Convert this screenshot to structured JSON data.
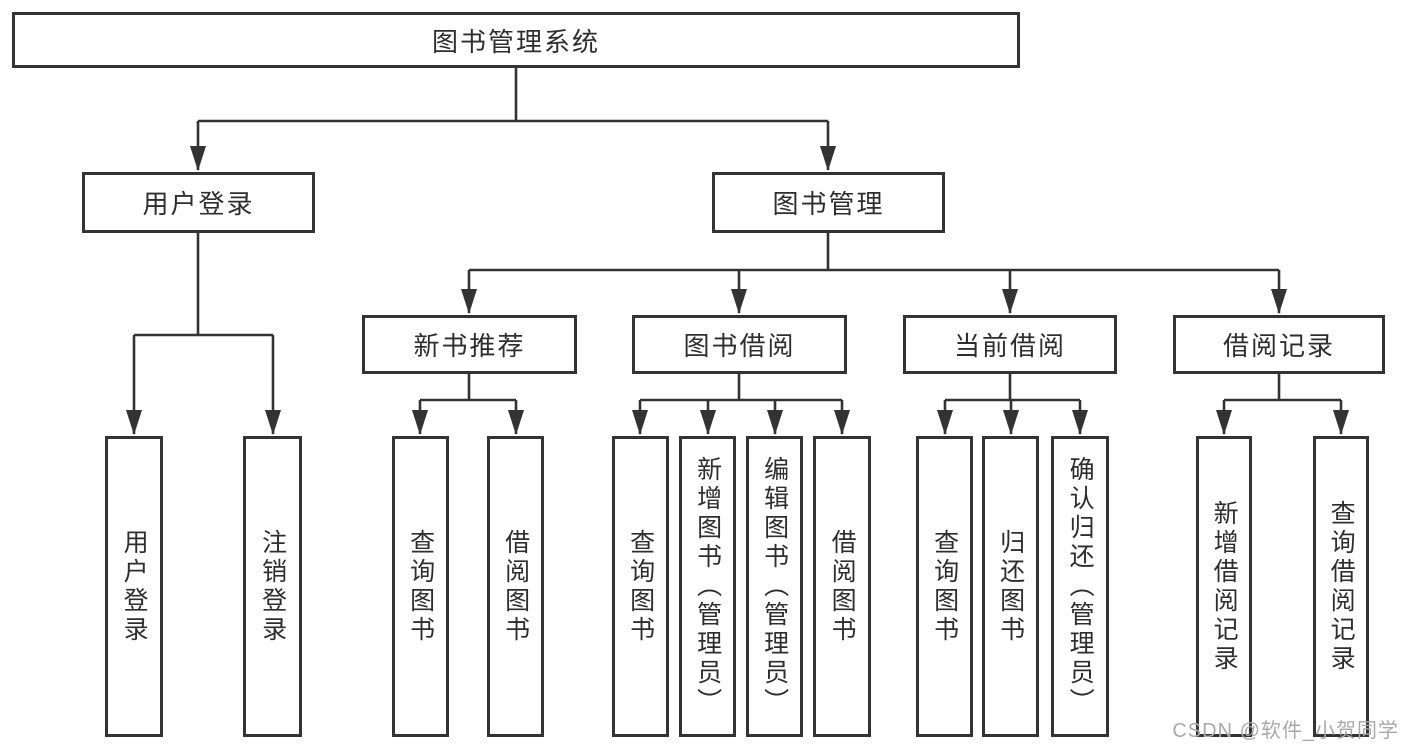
{
  "tree": {
    "root": {
      "label": "图书管理系统"
    },
    "children": [
      {
        "label": "用户登录",
        "children": [
          {
            "label": "用户登录"
          },
          {
            "label": "注销登录"
          }
        ]
      },
      {
        "label": "图书管理",
        "children": [
          {
            "label": "新书推荐",
            "children": [
              {
                "label": "查询图书"
              },
              {
                "label": "借阅图书"
              }
            ]
          },
          {
            "label": "图书借阅",
            "children": [
              {
                "label": "查询图书"
              },
              {
                "label": "新增图书（管理员）"
              },
              {
                "label": "编辑图书（管理员）"
              },
              {
                "label": "借阅图书"
              }
            ]
          },
          {
            "label": "当前借阅",
            "children": [
              {
                "label": "查询图书"
              },
              {
                "label": "归还图书"
              },
              {
                "label": "确认归还（管理员）"
              }
            ]
          },
          {
            "label": "借阅记录",
            "children": [
              {
                "label": "新增借阅记录"
              },
              {
                "label": "查询借阅记录"
              }
            ]
          }
        ]
      }
    ]
  },
  "watermark": {
    "text": "CSDN @软件_小贺同学"
  },
  "colors": {
    "line": "#333333",
    "box_border": "#333333",
    "text": "#2e2e2e",
    "watermark": "#a9a9a9",
    "background": "#ffffff"
  }
}
